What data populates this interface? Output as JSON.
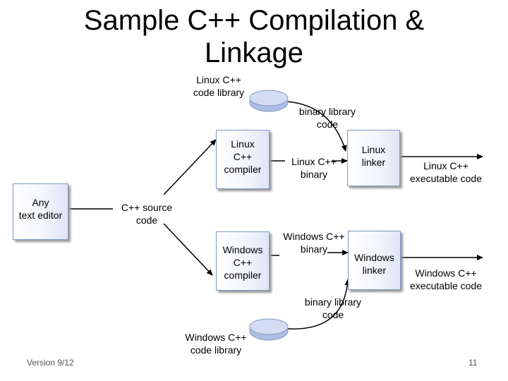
{
  "title_line1": "Sample C++ Compilation &",
  "title_line2": "Linkage",
  "labels": {
    "linux_lib": [
      "Linux C++",
      "code library"
    ],
    "binary_lib_top": [
      "binary library",
      "code"
    ],
    "linux_binary": [
      "Linux C++",
      "binary"
    ],
    "linux_exec": [
      "Linux C++",
      "executable code"
    ],
    "source_code": [
      "C++ source",
      "code"
    ],
    "windows_binary": [
      "Windows C++",
      "binary"
    ],
    "windows_exec": [
      "Windows C++",
      "executable code"
    ],
    "binary_lib_bottom": [
      "binary library",
      "code"
    ],
    "windows_lib": [
      "Windows C++",
      "code library"
    ]
  },
  "boxes": {
    "editor": [
      "Any",
      "text editor"
    ],
    "linux_compiler": [
      "Linux",
      "C++",
      "compiler"
    ],
    "linux_linker": [
      "Linux",
      "linker"
    ],
    "windows_compiler": [
      "Windows",
      "C++",
      "compiler"
    ],
    "windows_linker": [
      "Windows",
      "linker"
    ]
  },
  "footer": {
    "version": "Version 9/12",
    "page": "11"
  },
  "colors": {
    "box_border": "#7f97c5",
    "disk_fill": "#aebde2",
    "disk_top": "#d3dcf2"
  }
}
